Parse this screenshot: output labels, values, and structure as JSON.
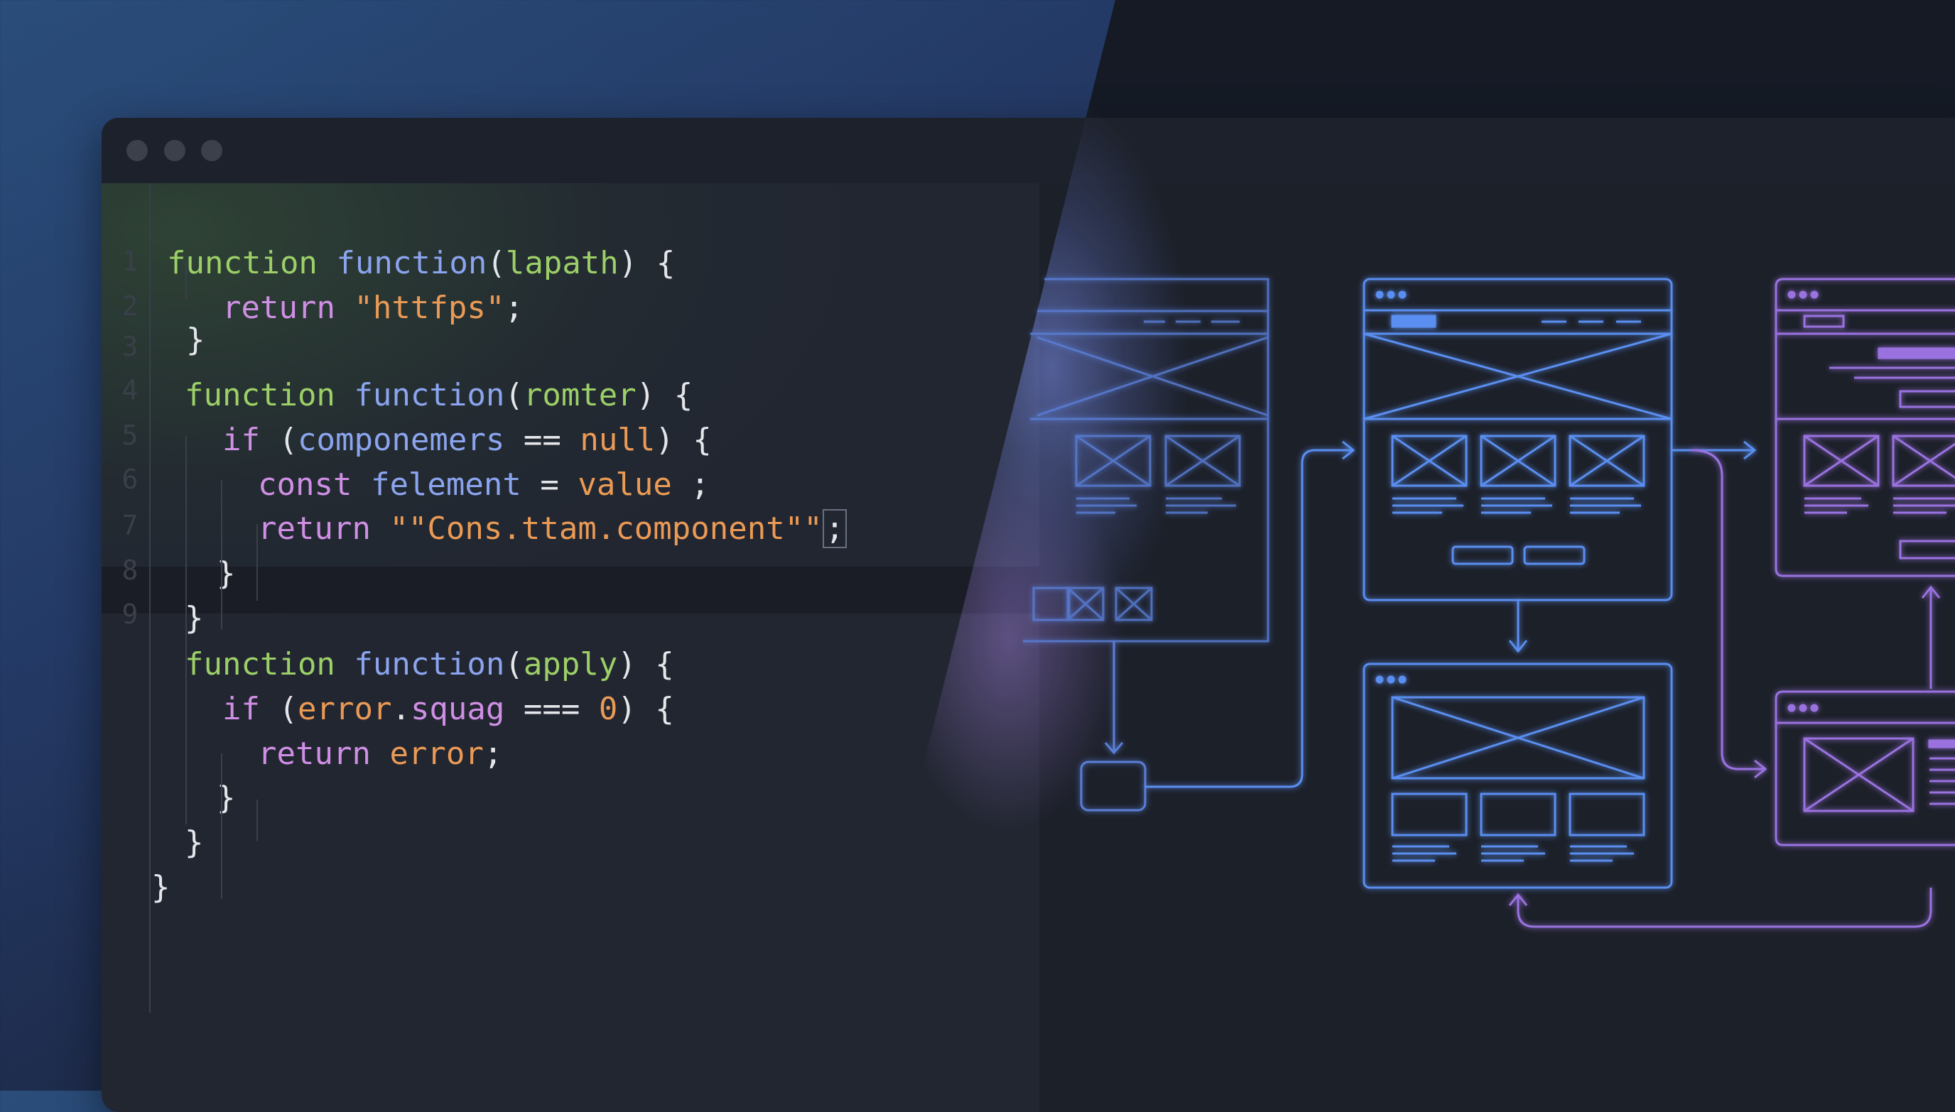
{
  "window": {
    "controls": [
      "close-dot",
      "minimize-dot",
      "maximize-dot"
    ]
  },
  "editor": {
    "line_numbers": [
      "1",
      "2",
      "3",
      "4",
      "5",
      "6",
      "7",
      "8",
      "9"
    ],
    "lines": [
      {
        "tokens": [
          {
            "t": "function ",
            "c": "kw"
          },
          {
            "t": "function",
            "c": "fn"
          },
          {
            "t": "(",
            "c": "plain"
          },
          {
            "t": "lapath",
            "c": "param"
          },
          {
            "t": ") {",
            "c": "plain"
          }
        ]
      },
      {
        "tokens": [
          {
            "t": "return ",
            "c": "ret"
          },
          {
            "t": "\"httfps\"",
            "c": "str"
          },
          {
            "t": ";",
            "c": "plain"
          }
        ]
      },
      {
        "tokens": [
          {
            "t": "}",
            "c": "plain"
          }
        ]
      },
      {
        "tokens": [
          {
            "t": "function ",
            "c": "kw"
          },
          {
            "t": "function",
            "c": "fn"
          },
          {
            "t": "(",
            "c": "plain"
          },
          {
            "t": "romter",
            "c": "param"
          },
          {
            "t": ") {",
            "c": "plain"
          }
        ]
      },
      {
        "tokens": [
          {
            "t": "if ",
            "c": "ret"
          },
          {
            "t": "(",
            "c": "plain"
          },
          {
            "t": "componemers",
            "c": "fn"
          },
          {
            "t": " == ",
            "c": "plain"
          },
          {
            "t": "null",
            "c": "str"
          },
          {
            "t": ") {",
            "c": "plain"
          }
        ]
      },
      {
        "tokens": [
          {
            "t": "const ",
            "c": "ret"
          },
          {
            "t": "felement",
            "c": "fn"
          },
          {
            "t": " = ",
            "c": "plain"
          },
          {
            "t": "value",
            "c": "str"
          },
          {
            "t": " ;",
            "c": "plain"
          }
        ]
      },
      {
        "tokens": [
          {
            "t": "return ",
            "c": "ret"
          },
          {
            "t": "\"\"Cons.ttam.component\"\"",
            "c": "str"
          },
          {
            "t": ";",
            "c": "cursor"
          }
        ]
      },
      {
        "tokens": [
          {
            "t": "}",
            "c": "plain"
          }
        ]
      },
      {
        "tokens": [
          {
            "t": "}",
            "c": "plain"
          }
        ]
      },
      {
        "tokens": [
          {
            "t": "function ",
            "c": "kw"
          },
          {
            "t": "function",
            "c": "fn"
          },
          {
            "t": "(",
            "c": "plain"
          },
          {
            "t": "apply",
            "c": "param"
          },
          {
            "t": ") {",
            "c": "plain"
          }
        ]
      },
      {
        "tokens": [
          {
            "t": "if ",
            "c": "ret"
          },
          {
            "t": "(",
            "c": "plain"
          },
          {
            "t": "error",
            "c": "str"
          },
          {
            "t": ".",
            "c": "plain"
          },
          {
            "t": "squag",
            "c": "ret"
          },
          {
            "t": " === ",
            "c": "plain"
          },
          {
            "t": "0",
            "c": "str"
          },
          {
            "t": ") {",
            "c": "plain"
          }
        ]
      },
      {
        "tokens": [
          {
            "t": "return ",
            "c": "ret"
          },
          {
            "t": "error",
            "c": "str"
          },
          {
            "t": ";",
            "c": "plain"
          }
        ]
      },
      {
        "tokens": [
          {
            "t": "}",
            "c": "plain"
          }
        ]
      },
      {
        "tokens": [
          {
            "t": "}",
            "c": "plain"
          }
        ]
      },
      {
        "tokens": [
          {
            "t": "}",
            "c": "plain"
          }
        ]
      }
    ]
  },
  "colors": {
    "keyword": "#9ccf67",
    "function_name": "#8ba4ee",
    "control": "#cf8fe4",
    "string": "#ea9a55",
    "wireframe_blue": "#5a8ef0",
    "wireframe_purple": "#9a72e0"
  },
  "wireframe_flow": {
    "screens": [
      "screen-partial-left",
      "screen-main",
      "screen-top-right",
      "screen-bottom-center",
      "screen-bottom-right"
    ],
    "nodes": [
      "small-node"
    ]
  }
}
